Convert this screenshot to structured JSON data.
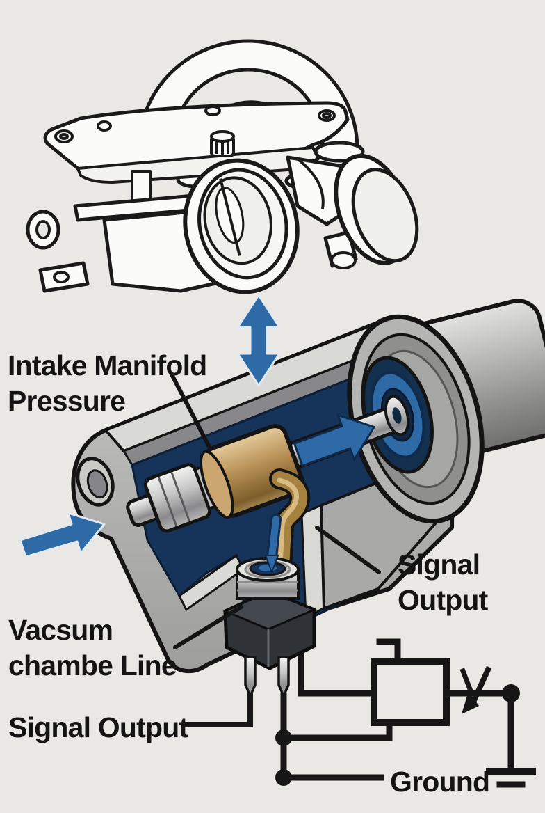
{
  "colors": {
    "background": "#e9e8e4",
    "accent_blue": "#2e6ba6",
    "navy": "#16335a",
    "brass": "#b68e54",
    "housing_gray": "#b2b2b0",
    "cut_face": "#d9d9d6",
    "outline": "#141414",
    "text": "#141414"
  },
  "labels": {
    "intake_manifold_pressure": {
      "line1": "Intake Manifold",
      "line2": "Pressure"
    },
    "signal_output_right": {
      "line1": "Signal",
      "line2": "Output"
    },
    "vacuum_chamber_line": {
      "line1": "Vacsum",
      "line2": "chambe Line"
    },
    "signal_output_bottom": {
      "text": "Signal Output"
    },
    "ground": {
      "text": "Ground"
    }
  },
  "icons": {
    "up_down_arrow": "vertical double-headed blue arrow (pressure pulsation)",
    "inlet_arrow": "blue arrow pointing into sensor inlet",
    "flow_arrow": "blue arrow along sensor shaft",
    "down_port_rod": "blue rod into vacuum port",
    "ground_symbol": "earth ground symbol",
    "diode_symbol": "diode arrow on output wire"
  }
}
